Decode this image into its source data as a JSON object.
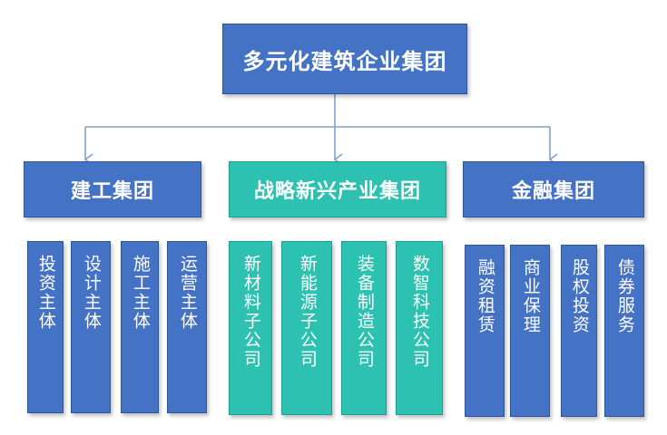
{
  "root": {
    "label": "多元化建筑企业集团"
  },
  "groups": [
    {
      "label": "建工集团",
      "items": [
        "投资主体",
        "设计主体",
        "施工主体",
        "运营主体"
      ]
    },
    {
      "label": "战略新兴产业集团",
      "items": [
        "新材料子公司",
        "新能源子公司",
        "装备制造公司",
        "数智科技公司"
      ]
    },
    {
      "label": "金融集团",
      "items": [
        "融资租赁",
        "商业保理",
        "股权投资",
        "债券服务"
      ]
    }
  ],
  "colors": {
    "blue": "#4472c4",
    "blue_border": "#2f5597",
    "teal": "#2cc1b0",
    "teal_border": "#1f9e90",
    "connector": "#7f9fcf"
  }
}
